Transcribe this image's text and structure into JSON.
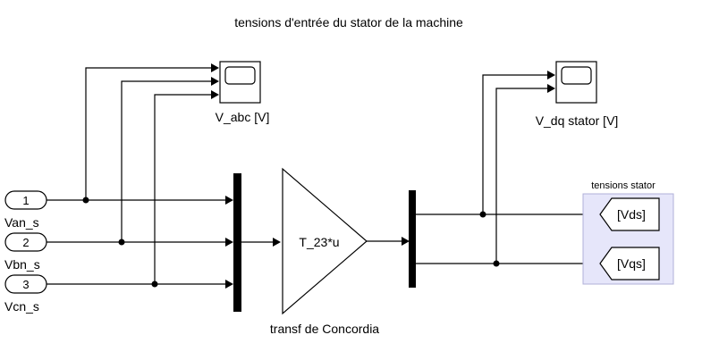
{
  "title": "tensions d'entrée du stator de la machine",
  "inports": [
    {
      "number": "1",
      "name": "Van_s"
    },
    {
      "number": "2",
      "name": "Vbn_s"
    },
    {
      "number": "3",
      "name": "Vcn_s"
    }
  ],
  "scopes": [
    {
      "label": "V_abc [V]"
    },
    {
      "label": "V_dq stator [V]"
    }
  ],
  "gain": {
    "expression": "T_23*u",
    "label": "transf de Concordia"
  },
  "subsystem": {
    "label": "tensions stator",
    "fill_color": "#e6e6fa",
    "border_color": "#b0b0d8",
    "goto_tags": [
      "[Vds]",
      "[Vqs]"
    ]
  }
}
